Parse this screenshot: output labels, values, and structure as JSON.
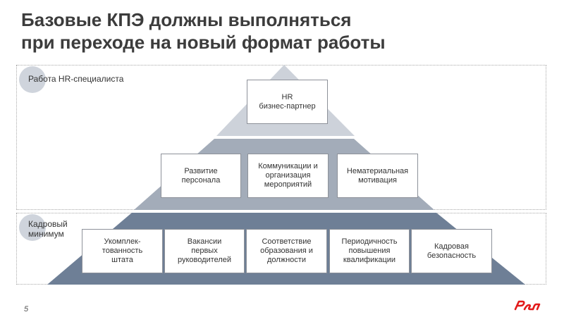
{
  "slide": {
    "title_line1": "Базовые КПЭ должны выполняться",
    "title_line2": "при переходе на новый формат работы",
    "page_number": "5"
  },
  "bands": {
    "top_label": "Работа HR-специалиста",
    "bottom_label_line1": "Кадровый",
    "bottom_label_line2": "минимум"
  },
  "levels": {
    "top": {
      "line1": "HR",
      "line2": "бизнес-партнер"
    },
    "middle": [
      {
        "line1": "Развитие",
        "line2": "персонала",
        "line3": ""
      },
      {
        "line1": "Коммуникации и",
        "line2": "организация",
        "line3": "мероприятий"
      },
      {
        "line1": "Нематериальная",
        "line2": "мотивация",
        "line3": ""
      }
    ],
    "bottom": [
      {
        "line1": "Укомплек-",
        "line2": "тованность",
        "line3": "штата"
      },
      {
        "line1": "Вакансии",
        "line2": "первых",
        "line3": "руководителей"
      },
      {
        "line1": "Соответствие",
        "line2": "образования и",
        "line3": "должности"
      },
      {
        "line1": "Периодичность",
        "line2": "повышения",
        "line3": "квалификации"
      },
      {
        "line1": "Кадровая",
        "line2": "безопасность",
        "line3": ""
      }
    ]
  },
  "colors": {
    "tier_top": "#cdd2da",
    "tier_middle": "#a3acb9",
    "tier_bottom": "#6e7f96",
    "logo_red": "#e21a1a"
  },
  "logo": {
    "icon": "rzd-logo-icon"
  }
}
